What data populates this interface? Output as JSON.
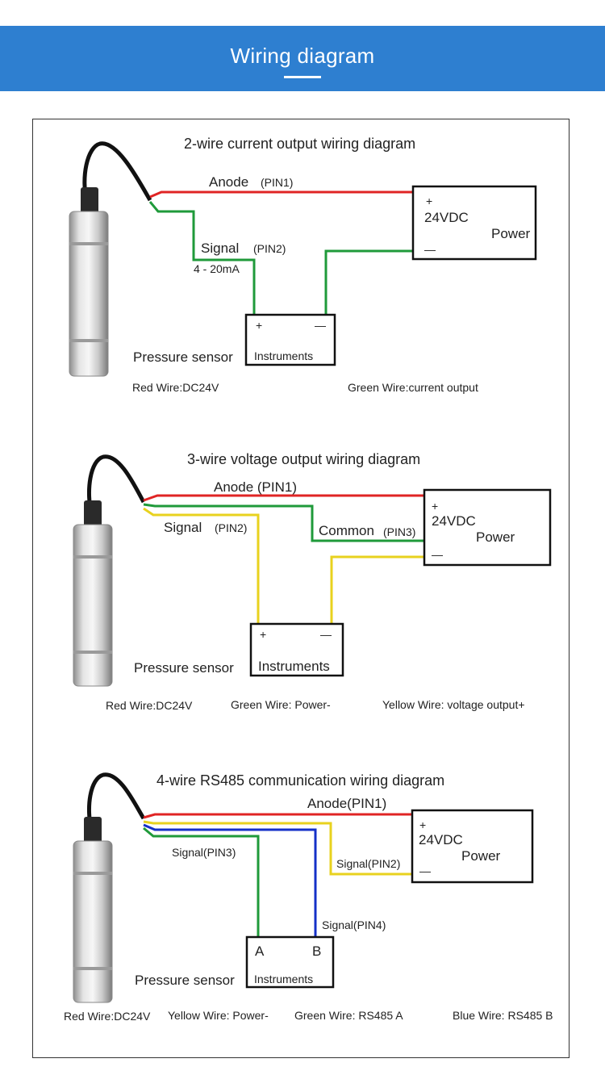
{
  "header": {
    "title": "Wiring diagram"
  },
  "colors": {
    "header": "#2e7fd0",
    "red": "#e02424",
    "green": "#1f9a3a",
    "yellow": "#e8d21e",
    "blue": "#1530c8"
  },
  "d1": {
    "title": "2-wire current output wiring diagram",
    "anode": "Anode",
    "anode_pin": "(PIN1)",
    "signal": "Signal",
    "signal_pin": "(PIN2)",
    "current": "4 - 20mA",
    "plus": "+",
    "minus": "—",
    "voltage": "24VDC",
    "power": "Power",
    "instruments": "Instruments",
    "sensor": "Pressure sensor",
    "legend_red": "Red Wire:DC24V",
    "legend_green": "Green Wire:current output"
  },
  "d2": {
    "title": "3-wire voltage output wiring diagram",
    "anode": "Anode (PIN1)",
    "signal": "Signal",
    "signal_pin": "(PIN2)",
    "common": "Common",
    "common_pin": "(PIN3)",
    "plus": "+",
    "minus": "—",
    "voltage": "24VDC",
    "power": "Power",
    "instruments": "Instruments",
    "sensor": "Pressure sensor",
    "legend_red": "Red Wire:DC24V",
    "legend_green": "Green Wire: Power-",
    "legend_yellow": "Yellow Wire: voltage output+"
  },
  "d3": {
    "title": "4-wire RS485 communication wiring diagram",
    "anode": "Anode(PIN1)",
    "signal2": "Signal(PIN2)",
    "signal3": "Signal(PIN3)",
    "signal4": "Signal(PIN4)",
    "plus": "+",
    "minus": "—",
    "voltage": "24VDC",
    "power": "Power",
    "term_a": "A",
    "term_b": "B",
    "instruments": "Instruments",
    "sensor": "Pressure sensor",
    "legend_red": "Red Wire:DC24V",
    "legend_yellow": "Yellow Wire: Power-",
    "legend_green": "Green Wire: RS485 A",
    "legend_blue": "Blue Wire: RS485 B"
  }
}
